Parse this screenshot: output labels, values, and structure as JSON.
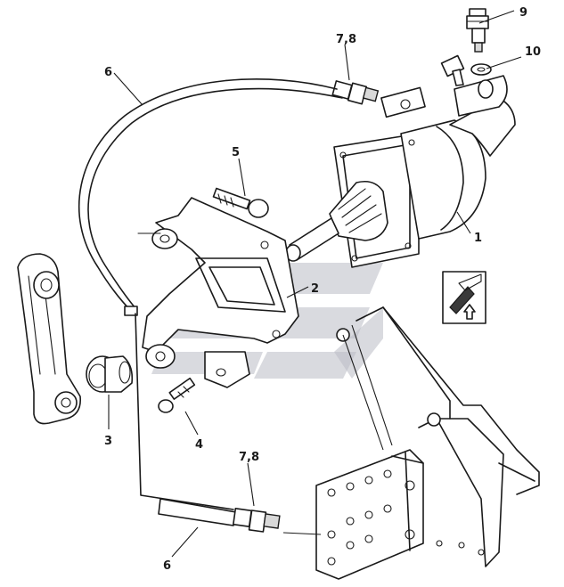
{
  "callouts": {
    "c1": "1",
    "c2": "2",
    "c3": "3",
    "c4": "4",
    "c5": "5",
    "c6a": "6",
    "c6b": "6",
    "c78a": "7,8",
    "c78b": "7,8",
    "c9": "9",
    "c10": "10"
  }
}
